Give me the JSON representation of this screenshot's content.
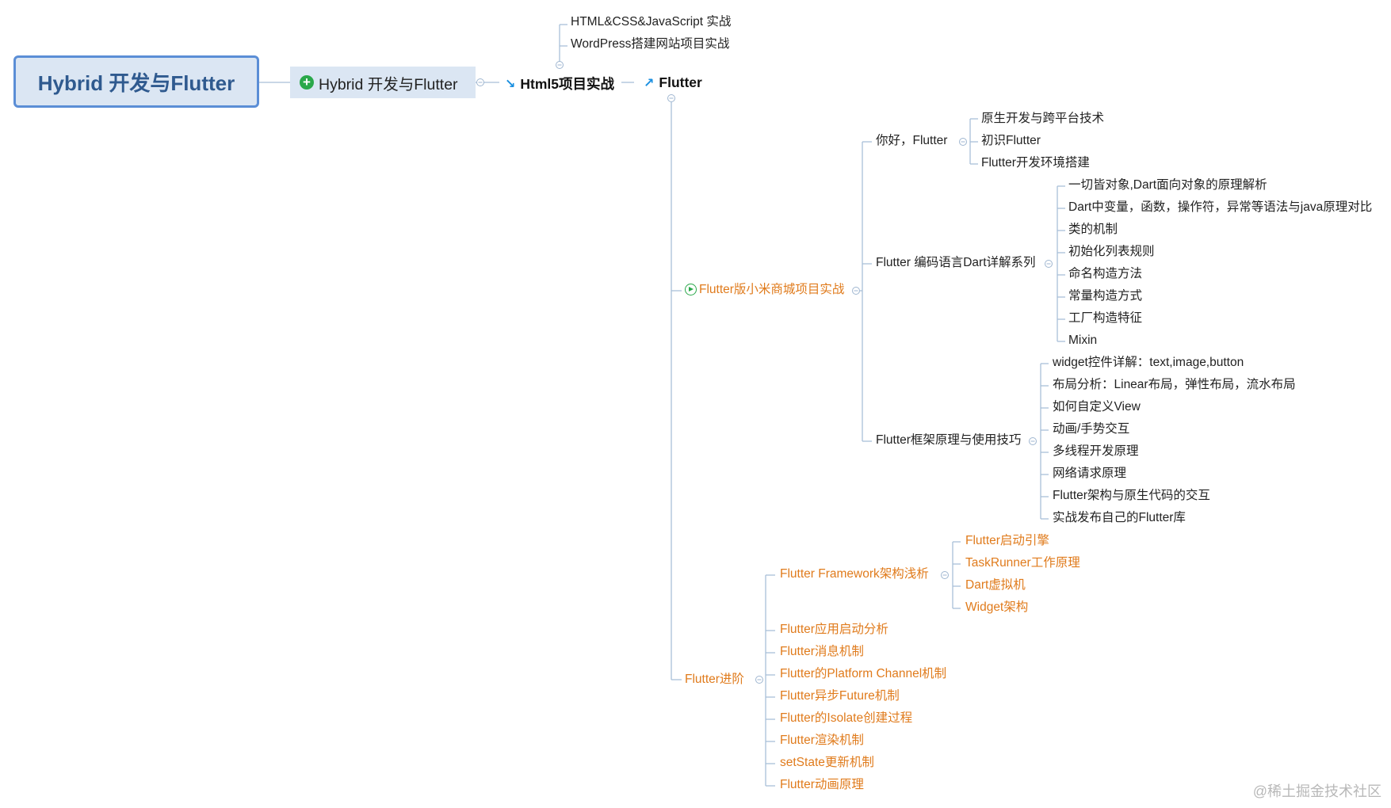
{
  "root": {
    "title": "Hybrid 开发与Flutter"
  },
  "level1": {
    "label": "Hybrid 开发与Flutter"
  },
  "html5": {
    "label": "Html5项目实战",
    "children": [
      "HTML&CSS&JavaScript 实战",
      "WordPress搭建网站项目实战"
    ]
  },
  "flutter": {
    "label": "Flutter"
  },
  "mall": {
    "label": "Flutter版小米商城项目实战"
  },
  "hello": {
    "label": "你好，Flutter",
    "children": [
      "原生开发与跨平台技术",
      "初识Flutter",
      "Flutter开发环境搭建"
    ]
  },
  "dart": {
    "label": "Flutter 编码语言Dart详解系列",
    "children": [
      "一切皆对象,Dart面向对象的原理解析",
      "Dart中变量，函数，操作符，异常等语法与java原理对比",
      "类的机制",
      "初始化列表规则",
      "命名构造方法",
      "常量构造方式",
      "工厂构造特征",
      "Mixin"
    ]
  },
  "framework": {
    "label": "Flutter框架原理与使用技巧",
    "children": [
      "widget控件详解：text,image,button",
      "布局分析：Linear布局，弹性布局，流水布局",
      "如何自定义View",
      "动画/手势交互",
      "多线程开发原理",
      "网络请求原理",
      "Flutter架构与原生代码的交互",
      "实战发布自己的Flutter库"
    ]
  },
  "advanced": {
    "label": "Flutter进阶",
    "children": [
      "Flutter应用启动分析",
      "Flutter消息机制",
      "Flutter的Platform Channel机制",
      "Flutter异步Future机制",
      "Flutter的Isolate创建过程",
      "Flutter渲染机制",
      "setState更新机制",
      "Flutter动画原理"
    ]
  },
  "fwArch": {
    "label": "Flutter Framework架构浅析",
    "children": [
      "Flutter启动引擎",
      "TaskRunner工作原理",
      "Dart虚拟机",
      "Widget架构"
    ]
  },
  "watermark": "@稀土掘金技术社区",
  "colors": {
    "accent": "#5b8ed6",
    "orange": "#e07b1c",
    "green": "#2aa84a",
    "blue_icon": "#1a8fe0"
  }
}
